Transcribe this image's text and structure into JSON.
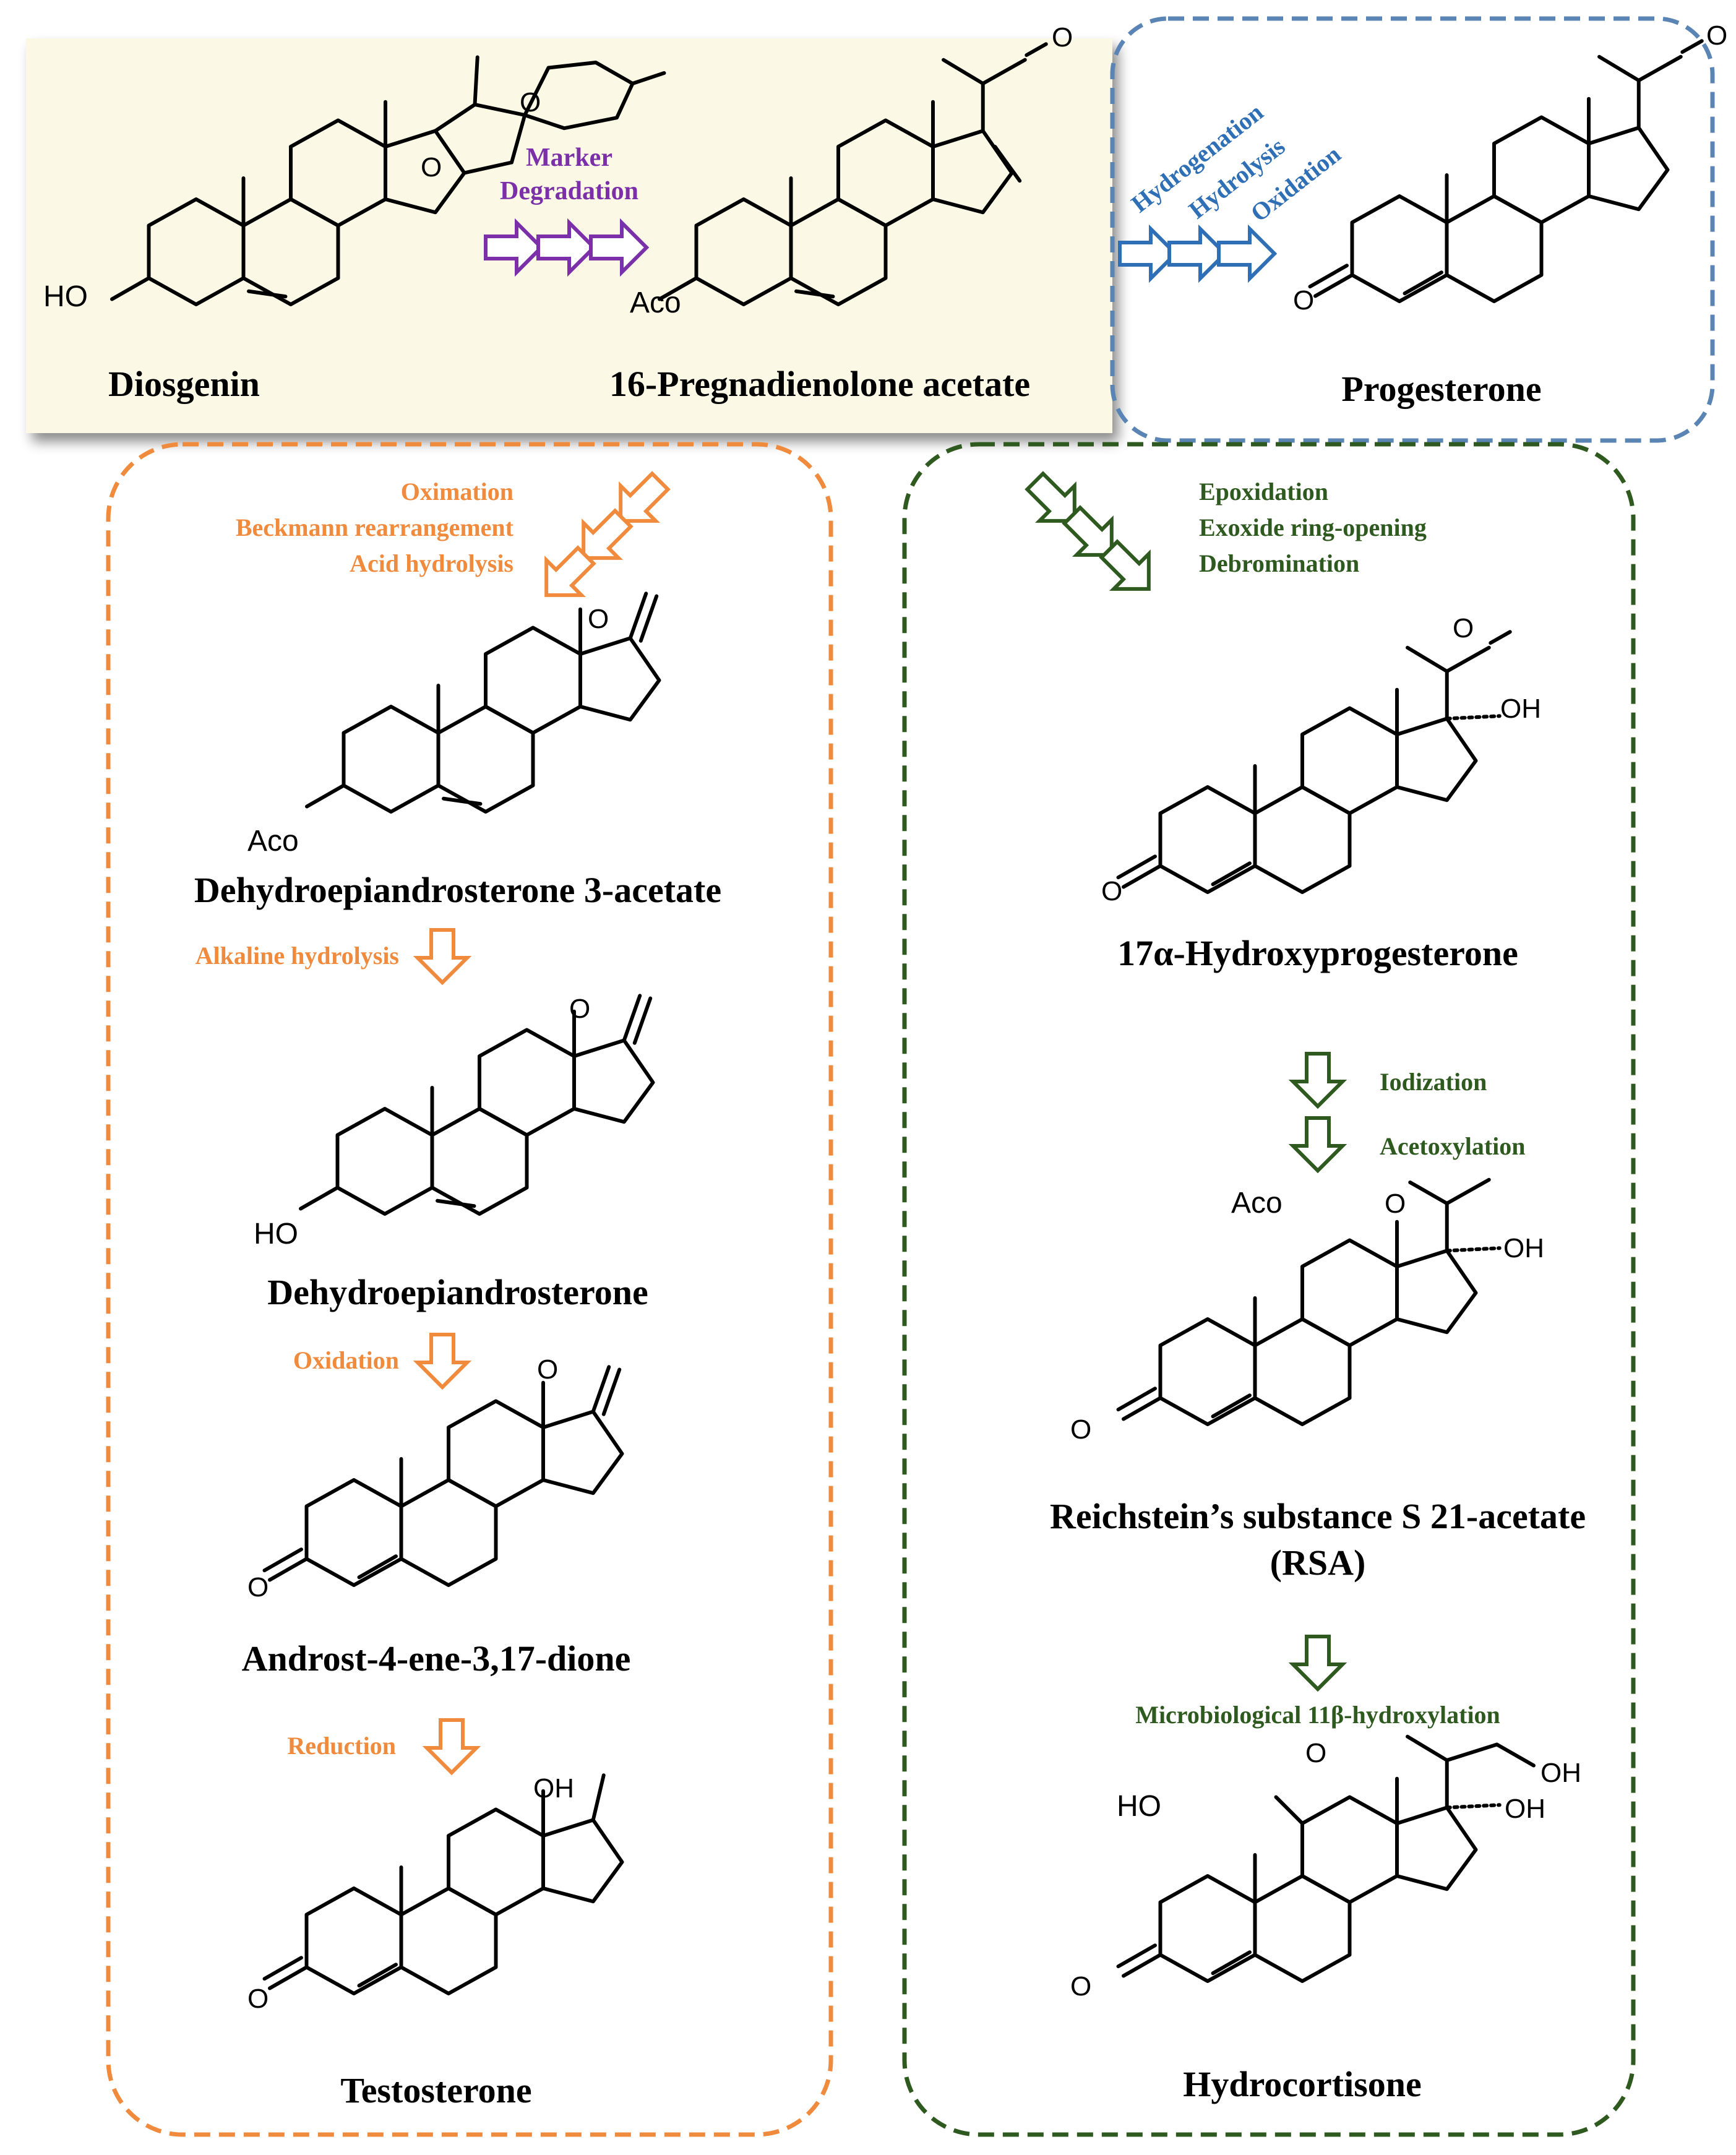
{
  "colors": {
    "orange": "#f08a3c",
    "blue": "#2e6fb5",
    "green": "#2f5a1f",
    "purple": "#7b2fa8",
    "cream": "#fbf8e6",
    "top_blue_box": "#5a84b4"
  },
  "top_route": {
    "diosgenin": "Diosgenin",
    "pregnadienolone": "16-Pregnadienolone acetate",
    "marker_line1": "Marker",
    "marker_line2": "Degradation",
    "progesterone": "Progesterone",
    "hydrogenation": "Hydrogenation",
    "hydrolysis": "Hydrolysis",
    "oxidation": "Oxidation"
  },
  "left_route": {
    "step1": [
      "Oximation",
      "Beckmann rearrangement",
      "Acid hydrolysis"
    ],
    "dhea_acetate": "Dehydroepiandrosterone 3-acetate",
    "alkaline": "Alkaline hydrolysis",
    "dhea": "Dehydroepiandrosterone",
    "oxidation": "Oxidation",
    "androstenedione": "Androst-4-ene-3,17-dione",
    "reduction": "Reduction",
    "testosterone": "Testosterone"
  },
  "right_route": {
    "step1": [
      "Epoxidation",
      "Exoxide ring-opening",
      "Debromination"
    ],
    "hydroxyprogesterone": "17α-Hydroxyprogesterone",
    "iodization": "Iodization",
    "acetoxylation": "Acetoxylation",
    "rsa_line1": "Reichstein’s substance S 21-acetate",
    "rsa_line2": "(RSA)",
    "microbio": "Microbiological 11β-hydroxylation",
    "hydrocortisone": "Hydrocortisone"
  },
  "atoms": {
    "ho": "HO",
    "aco": "Aco",
    "o": "O",
    "oh": "OH"
  }
}
